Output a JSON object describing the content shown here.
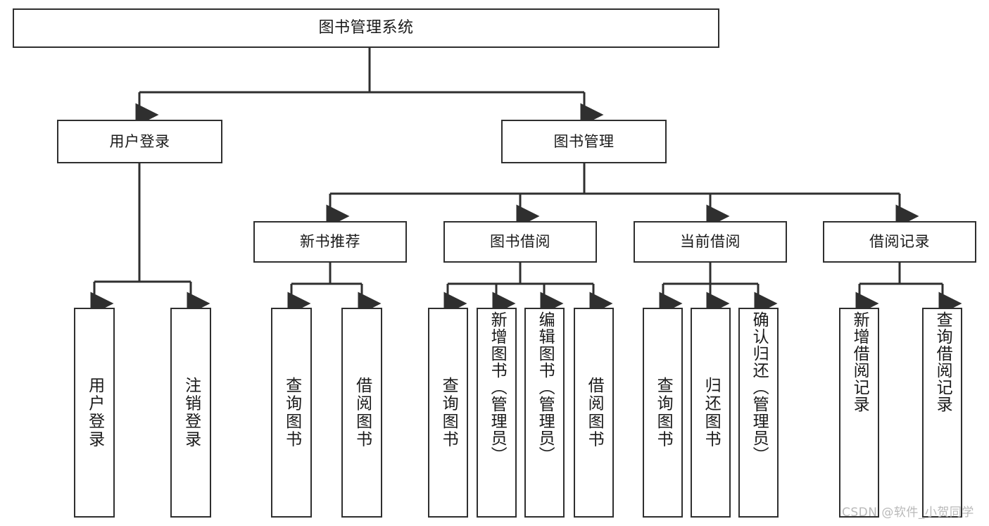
{
  "diagram": {
    "title": "图书管理系统",
    "type": "tree-hierarchy",
    "watermark": "CSDN @软件_小贺同学",
    "style": {
      "box_border_color": "#2f2f2f",
      "box_fill": "#ffffff",
      "connector_color": "#2f2f2f",
      "text_color": "#1a1a1a",
      "background": "#ffffff"
    }
  },
  "nodes": {
    "root": {
      "label": "图书管理系统"
    },
    "level2": [
      {
        "id": "user-login",
        "label": "用户登录"
      },
      {
        "id": "book-manage",
        "label": "图书管理"
      }
    ],
    "level3": [
      {
        "id": "new-book-recommend",
        "label": "新书推荐"
      },
      {
        "id": "book-borrow",
        "label": "图书借阅"
      },
      {
        "id": "current-borrow",
        "label": "当前借阅"
      },
      {
        "id": "borrow-record",
        "label": "借阅记录"
      }
    ],
    "leaves": {
      "user_login": [
        {
          "id": "leaf-user-login",
          "label": "用户登录"
        },
        {
          "id": "leaf-logout",
          "label": "注销登录"
        }
      ],
      "new_book_recommend": [
        {
          "id": "leaf-query-book-1",
          "label": "查询图书"
        },
        {
          "id": "leaf-borrow-book-1",
          "label": "借阅图书"
        }
      ],
      "book_borrow": [
        {
          "id": "leaf-query-book-2",
          "label": "查询图书"
        },
        {
          "id": "leaf-add-book",
          "label": "新增图书（管理员）"
        },
        {
          "id": "leaf-edit-book",
          "label": "编辑图书（管理员）"
        },
        {
          "id": "leaf-borrow-book-2",
          "label": "借阅图书"
        }
      ],
      "current_borrow": [
        {
          "id": "leaf-query-book-3",
          "label": "查询图书"
        },
        {
          "id": "leaf-return-book",
          "label": "归还图书"
        },
        {
          "id": "leaf-confirm-return",
          "label": "确认归还（管理员）"
        }
      ],
      "borrow_record": [
        {
          "id": "leaf-add-record",
          "label": "新增借阅记录"
        },
        {
          "id": "leaf-query-record",
          "label": "查询借阅记录"
        }
      ]
    }
  }
}
